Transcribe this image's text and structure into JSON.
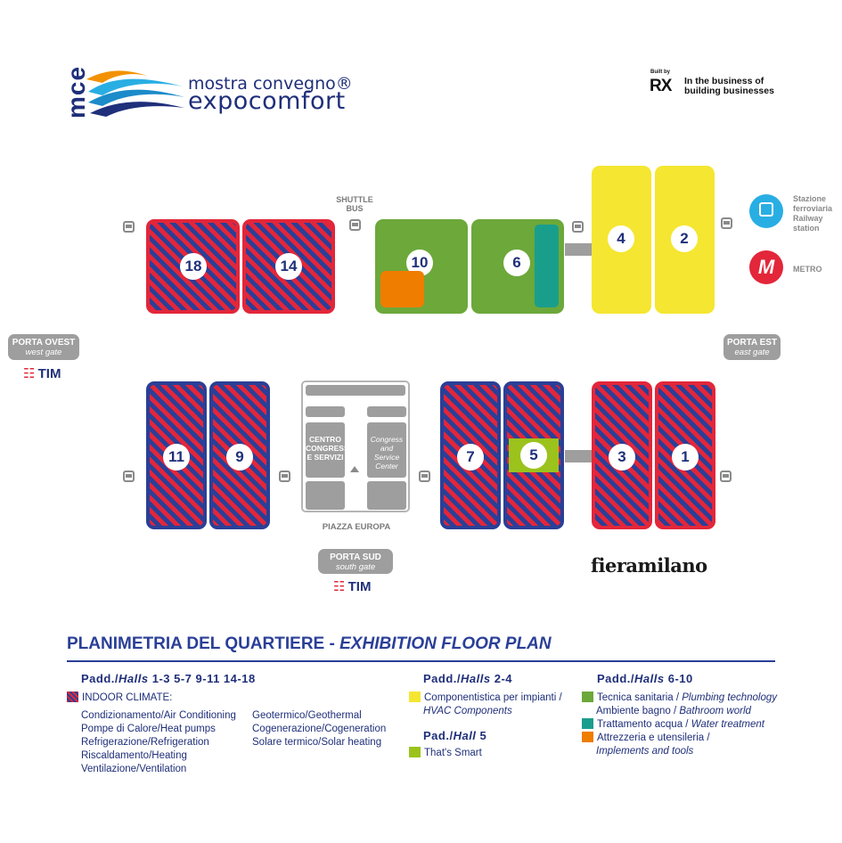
{
  "logo": {
    "vertical": "mce",
    "line1": "mostra convegno®",
    "line2": "expocomfort"
  },
  "rx": {
    "small": "Built by",
    "mark": "RX",
    "line1": "In the business of",
    "line2": "building businesses"
  },
  "map": {
    "shuttle": "SHUTTLE\nBUS",
    "stazione": [
      "Stazione",
      "ferroviaria",
      "Railway",
      "station"
    ],
    "metro": "METRO",
    "metro_mark": "M",
    "porta_ovest": {
      "title": "PORTA OVEST",
      "sub": "west gate"
    },
    "porta_est": {
      "title": "PORTA EST",
      "sub": "east gate"
    },
    "porta_sud": {
      "title": "PORTA SUD",
      "sub": "south gate"
    },
    "tim": "TIM",
    "centro": "CENTRO CONGRESSI E SERVIZI",
    "congress": "Congress and Service Center",
    "piazza": "PIAZZA EUROPA",
    "fieramilano": "fieramilano",
    "halls": {
      "h18": "18",
      "h14": "14",
      "h10": "10",
      "h6": "6",
      "h4": "4",
      "h2": "2",
      "h11": "11",
      "h9": "9",
      "h7": "7",
      "h5": "5",
      "h3": "3",
      "h1": "1"
    },
    "colors": {
      "red": "#e3263a",
      "blue": "#2a3f97",
      "yellow": "#f5e632",
      "green": "#6ca83a",
      "lime": "#9bc31c",
      "teal": "#1a9e8c",
      "orange": "#ef7d00"
    }
  },
  "legend": {
    "title_it": "PLANIMETRIA DEL QUARTIERE -",
    "title_en": "EXHIBITION FLOOR PLAN",
    "col1": {
      "header_it": "Padd./",
      "header_en": "Halls",
      "header_nums": "1-3  5-7  9-11  14-18",
      "indoor": "INDOOR CLIMATE:",
      "items_a": [
        "Condizionamento/Air Conditioning",
        "Pompe di Calore/Heat pumps",
        "Refrigerazione/Refrigeration",
        "Riscaldamento/Heating",
        "Ventilazione/Ventilation"
      ],
      "items_b": [
        "Geotermico/Geothermal",
        "Cogenerazione/Cogeneration",
        "Solare termico/Solar heating"
      ]
    },
    "col2": {
      "header_it": "Padd./",
      "header_en": "Halls",
      "header_nums": "2-4",
      "item1_it": "Componentistica per impianti /",
      "item1_en": "HVAC Components",
      "header2_it": "Pad./",
      "header2_en": "Hall",
      "header2_nums": "5",
      "item2": "That's Smart"
    },
    "col3": {
      "header_it": "Padd./",
      "header_en": "Halls",
      "header_nums": "6-10",
      "item1_it": "Tecnica sanitaria /",
      "item1_en": "Plumbing technology",
      "item1b_it": "Ambiente bagno /",
      "item1b_en": "Bathroom world",
      "item2_it": "Trattamento acqua /",
      "item2_en": "Water treatment",
      "item3_it": "Attrezzeria e utensileria /",
      "item3_en": "Implements and tools"
    }
  }
}
